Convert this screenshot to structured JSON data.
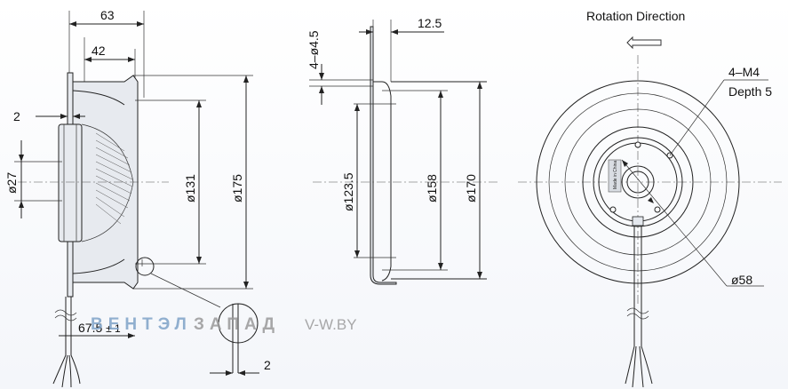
{
  "drawing": {
    "side_view": {
      "dim_overall_depth": "63",
      "dim_rotor_depth": "42",
      "dim_flange": "2",
      "dim_hub": "ø27",
      "dim_inner": "ø131",
      "dim_outer": "ø175",
      "dim_length": "67.5",
      "dim_tolerance": "± 1",
      "dim_detail": "2"
    },
    "section_view": {
      "dim_holes": "4–ø4.5",
      "dim_offset": "12.5",
      "dim_pcd": "ø123.5",
      "dim_inlet": "ø158",
      "dim_plate": "ø170"
    },
    "front_view": {
      "rotation_title": "Rotation  Direction",
      "thread_label": "4–M4",
      "depth_label": "Depth 5",
      "dim_circle": "ø58",
      "nameplate_text": "Made in China"
    },
    "watermark": {
      "part_a": "ВЕНТЭЛ",
      "part_b": "ЗАПАД",
      "site": "V-W.BY",
      "color_a": "#7fa3c8",
      "color_b": "#9a9a9a"
    }
  }
}
